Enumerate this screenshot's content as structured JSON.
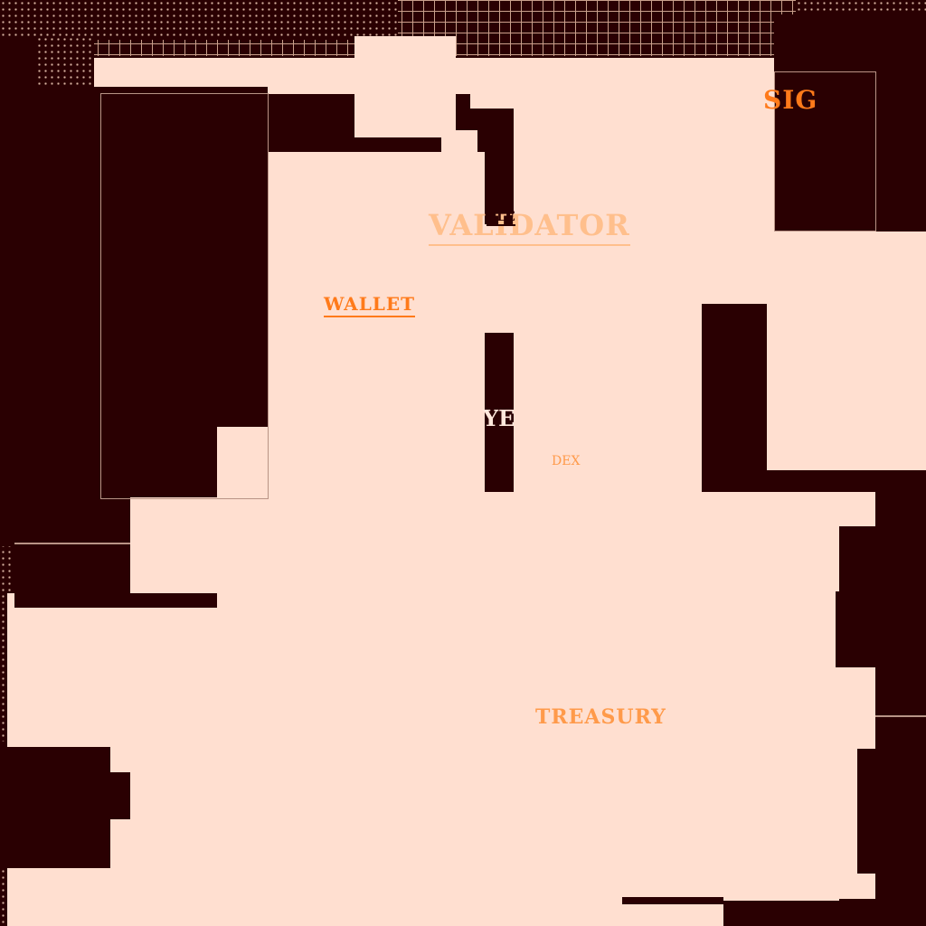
{
  "labels": {
    "sig": "SIG",
    "validator": "VALIDATOR",
    "cle": "CLE",
    "wallet": "WALLET",
    "ye": "YE",
    "dex": "DEX",
    "treasury": "TREASURY"
  },
  "colors": {
    "background": "#2a0002",
    "panel": "#ffdfd0",
    "accent_orange": "#ff7a1a",
    "accent_light": "#ffbf8c",
    "text_light": "#ffe8dc"
  }
}
